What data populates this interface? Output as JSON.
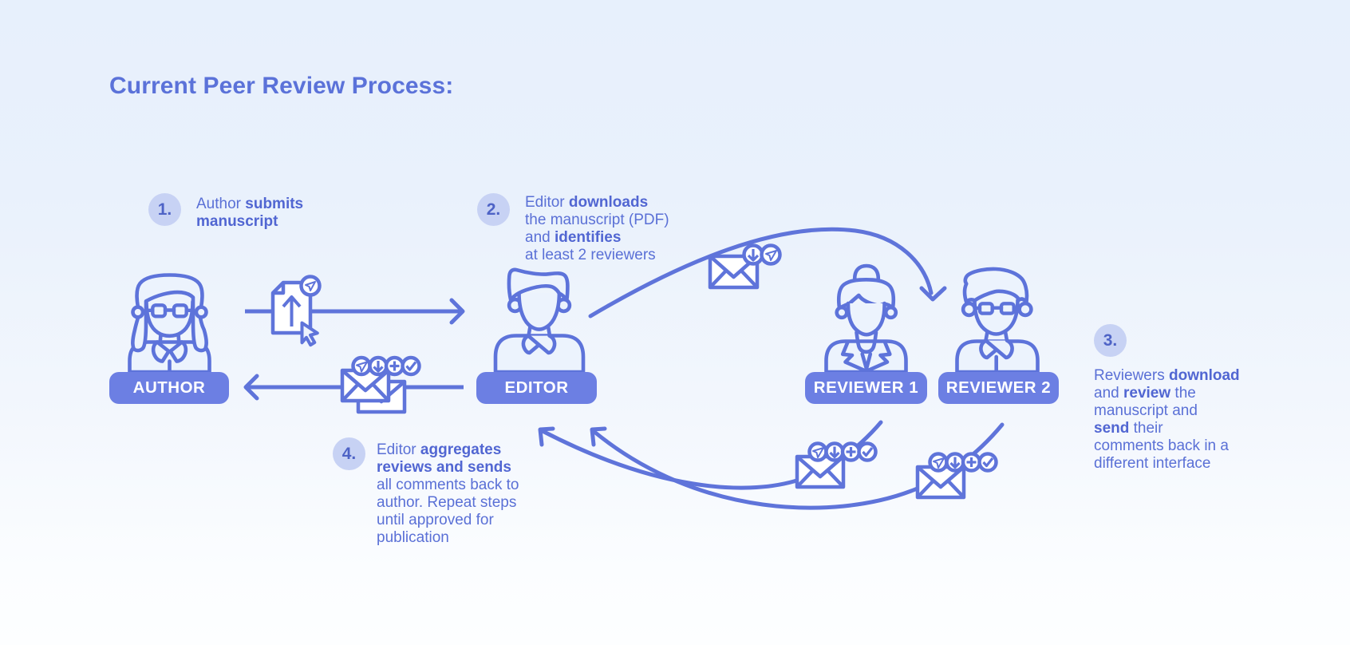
{
  "title": "Current Peer Review Process:",
  "colors": {
    "accent": "#5b72da",
    "pill_bg": "#6c7fe3",
    "pill_text": "#ffffff",
    "badge_bg": "#c7d2f4",
    "badge_text": "#4e63c6",
    "text": "#5a70d6",
    "background_top": "#e7f0fc",
    "background_bottom": "#fdfeff"
  },
  "steps": [
    {
      "number": "1.",
      "lines": [
        [
          {
            "t": "Author ",
            "b": false
          },
          {
            "t": "submits",
            "b": true
          }
        ],
        [
          {
            "t": "manuscript",
            "b": true
          }
        ]
      ]
    },
    {
      "number": "2.",
      "lines": [
        [
          {
            "t": "Editor ",
            "b": false
          },
          {
            "t": "downloads",
            "b": true
          }
        ],
        [
          {
            "t": "the manuscript (PDF)",
            "b": false
          }
        ],
        [
          {
            "t": "and ",
            "b": false
          },
          {
            "t": "identifies",
            "b": true
          }
        ],
        [
          {
            "t": "at least 2 reviewers",
            "b": false
          }
        ]
      ]
    },
    {
      "number": "3.",
      "lines": [
        [
          {
            "t": "Reviewers ",
            "b": false
          },
          {
            "t": "download",
            "b": true
          }
        ],
        [
          {
            "t": "and ",
            "b": false
          },
          {
            "t": "review",
            "b": true
          },
          {
            "t": " the",
            "b": false
          }
        ],
        [
          {
            "t": "manuscript and",
            "b": false
          }
        ],
        [
          {
            "t": "send",
            "b": true
          },
          {
            "t": " their",
            "b": false
          }
        ],
        [
          {
            "t": "comments back in a",
            "b": false
          }
        ],
        [
          {
            "t": "different interface",
            "b": false
          }
        ]
      ]
    },
    {
      "number": "4.",
      "lines": [
        [
          {
            "t": "Editor ",
            "b": false
          },
          {
            "t": "aggregates",
            "b": true
          }
        ],
        [
          {
            "t": "reviews and sends",
            "b": true
          }
        ],
        [
          {
            "t": "all comments back to",
            "b": false
          }
        ],
        [
          {
            "t": "author. Repeat steps",
            "b": false
          }
        ],
        [
          {
            "t": "until approved for",
            "b": false
          }
        ],
        [
          {
            "t": "publication",
            "b": false
          }
        ]
      ]
    }
  ],
  "actors": [
    {
      "label": "AUTHOR"
    },
    {
      "label": "EDITOR"
    },
    {
      "label": "REVIEWER 1"
    },
    {
      "label": "REVIEWER 2"
    }
  ],
  "icons": {
    "manuscript_upload": "document-upload-icon",
    "send": "paper-plane-icon",
    "download": "download-icon",
    "add": "plus-icon",
    "approve": "check-icon",
    "mail": "envelope-icon",
    "cursor": "cursor-icon"
  }
}
